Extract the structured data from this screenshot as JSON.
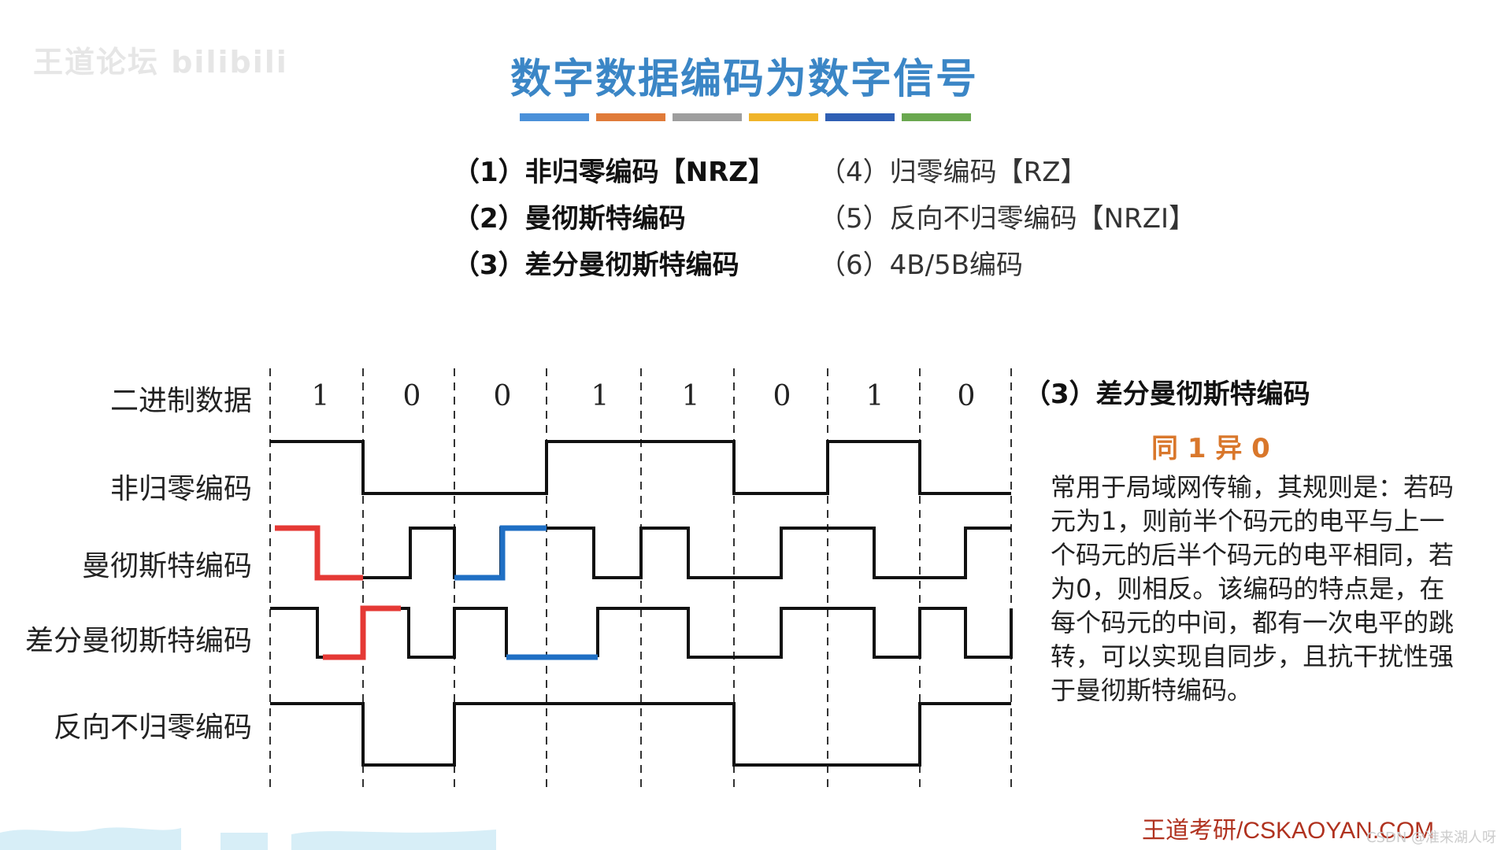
{
  "watermark": "王道论坛 bilibili",
  "title": "数字数据编码为数字信号",
  "colors": {
    "title": "#3b86c6",
    "bars": [
      "#4a90d9",
      "#e07b39",
      "#9e9e9e",
      "#f0b429",
      "#2f5fb4",
      "#6aa84f"
    ],
    "highlight_red": "#e53935",
    "highlight_blue": "#1f6fc4",
    "rule": "#d9772b",
    "brand": "#b0321f"
  },
  "menu_left": [
    "（1）非归零编码【NRZ】",
    "（2）曼彻斯特编码",
    "（3）差分曼彻斯特编码"
  ],
  "menu_right": [
    "（4）归零编码【RZ】",
    "（5）反向不归零编码【NRZI】",
    "（6）4B/5B编码"
  ],
  "diagram": {
    "row_labels": [
      "二进制数据",
      "非归零编码",
      "曼彻斯特编码",
      "差分曼彻斯特编码",
      "反向不归零编码"
    ],
    "bits": [
      "1",
      "0",
      "0",
      "1",
      "1",
      "0",
      "1",
      "0"
    ]
  },
  "side": {
    "title": "（3）差分曼彻斯特编码",
    "rule": "同 1 异 0",
    "description": "常用于局域网传输，其规则是：若码元为1，则前半个码元的电平与上一个码元的后半个码元的电平相同，若为0，则相反。该编码的特点是，在每个码元的中间，都有一次电平的跳转，可以实现自同步，且抗干扰性强于曼彻斯特编码。"
  },
  "footer": {
    "brand": "王道考研/CSKAOYAN.COM",
    "credit": "CSDN @准来湖人呀"
  }
}
